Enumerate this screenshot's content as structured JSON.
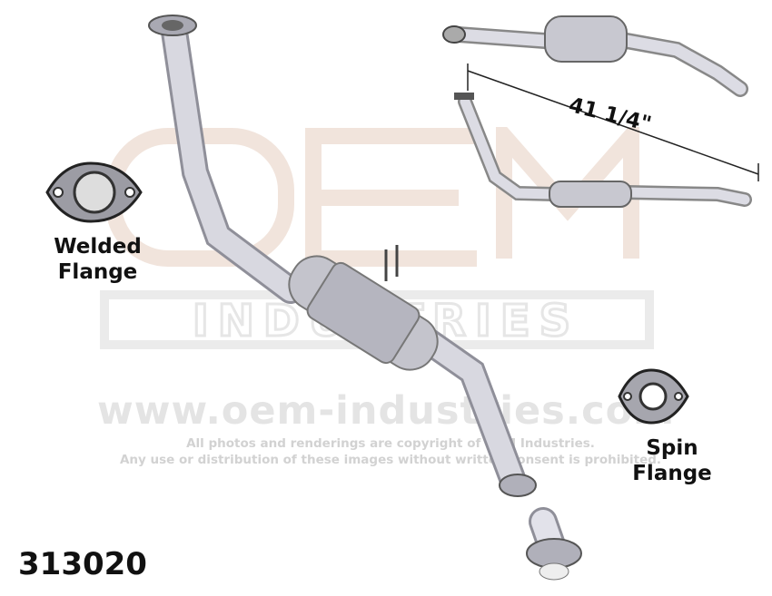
{
  "part_number": "313020",
  "dimension": "41 1/4\"",
  "labels": {
    "welded_line1": "Welded",
    "welded_line2": "Flange",
    "spin_line1": "Spin",
    "spin_line2": "Flange"
  },
  "watermark": {
    "logo_top": "OEM",
    "logo_bottom": "INDUSTRIES",
    "url": "www.oem-industries.com",
    "copyright_line1": "All photos and renderings are copyright of OEM Industries.",
    "copyright_line2": "Any use or distribution of these images without written consent is prohibited."
  }
}
